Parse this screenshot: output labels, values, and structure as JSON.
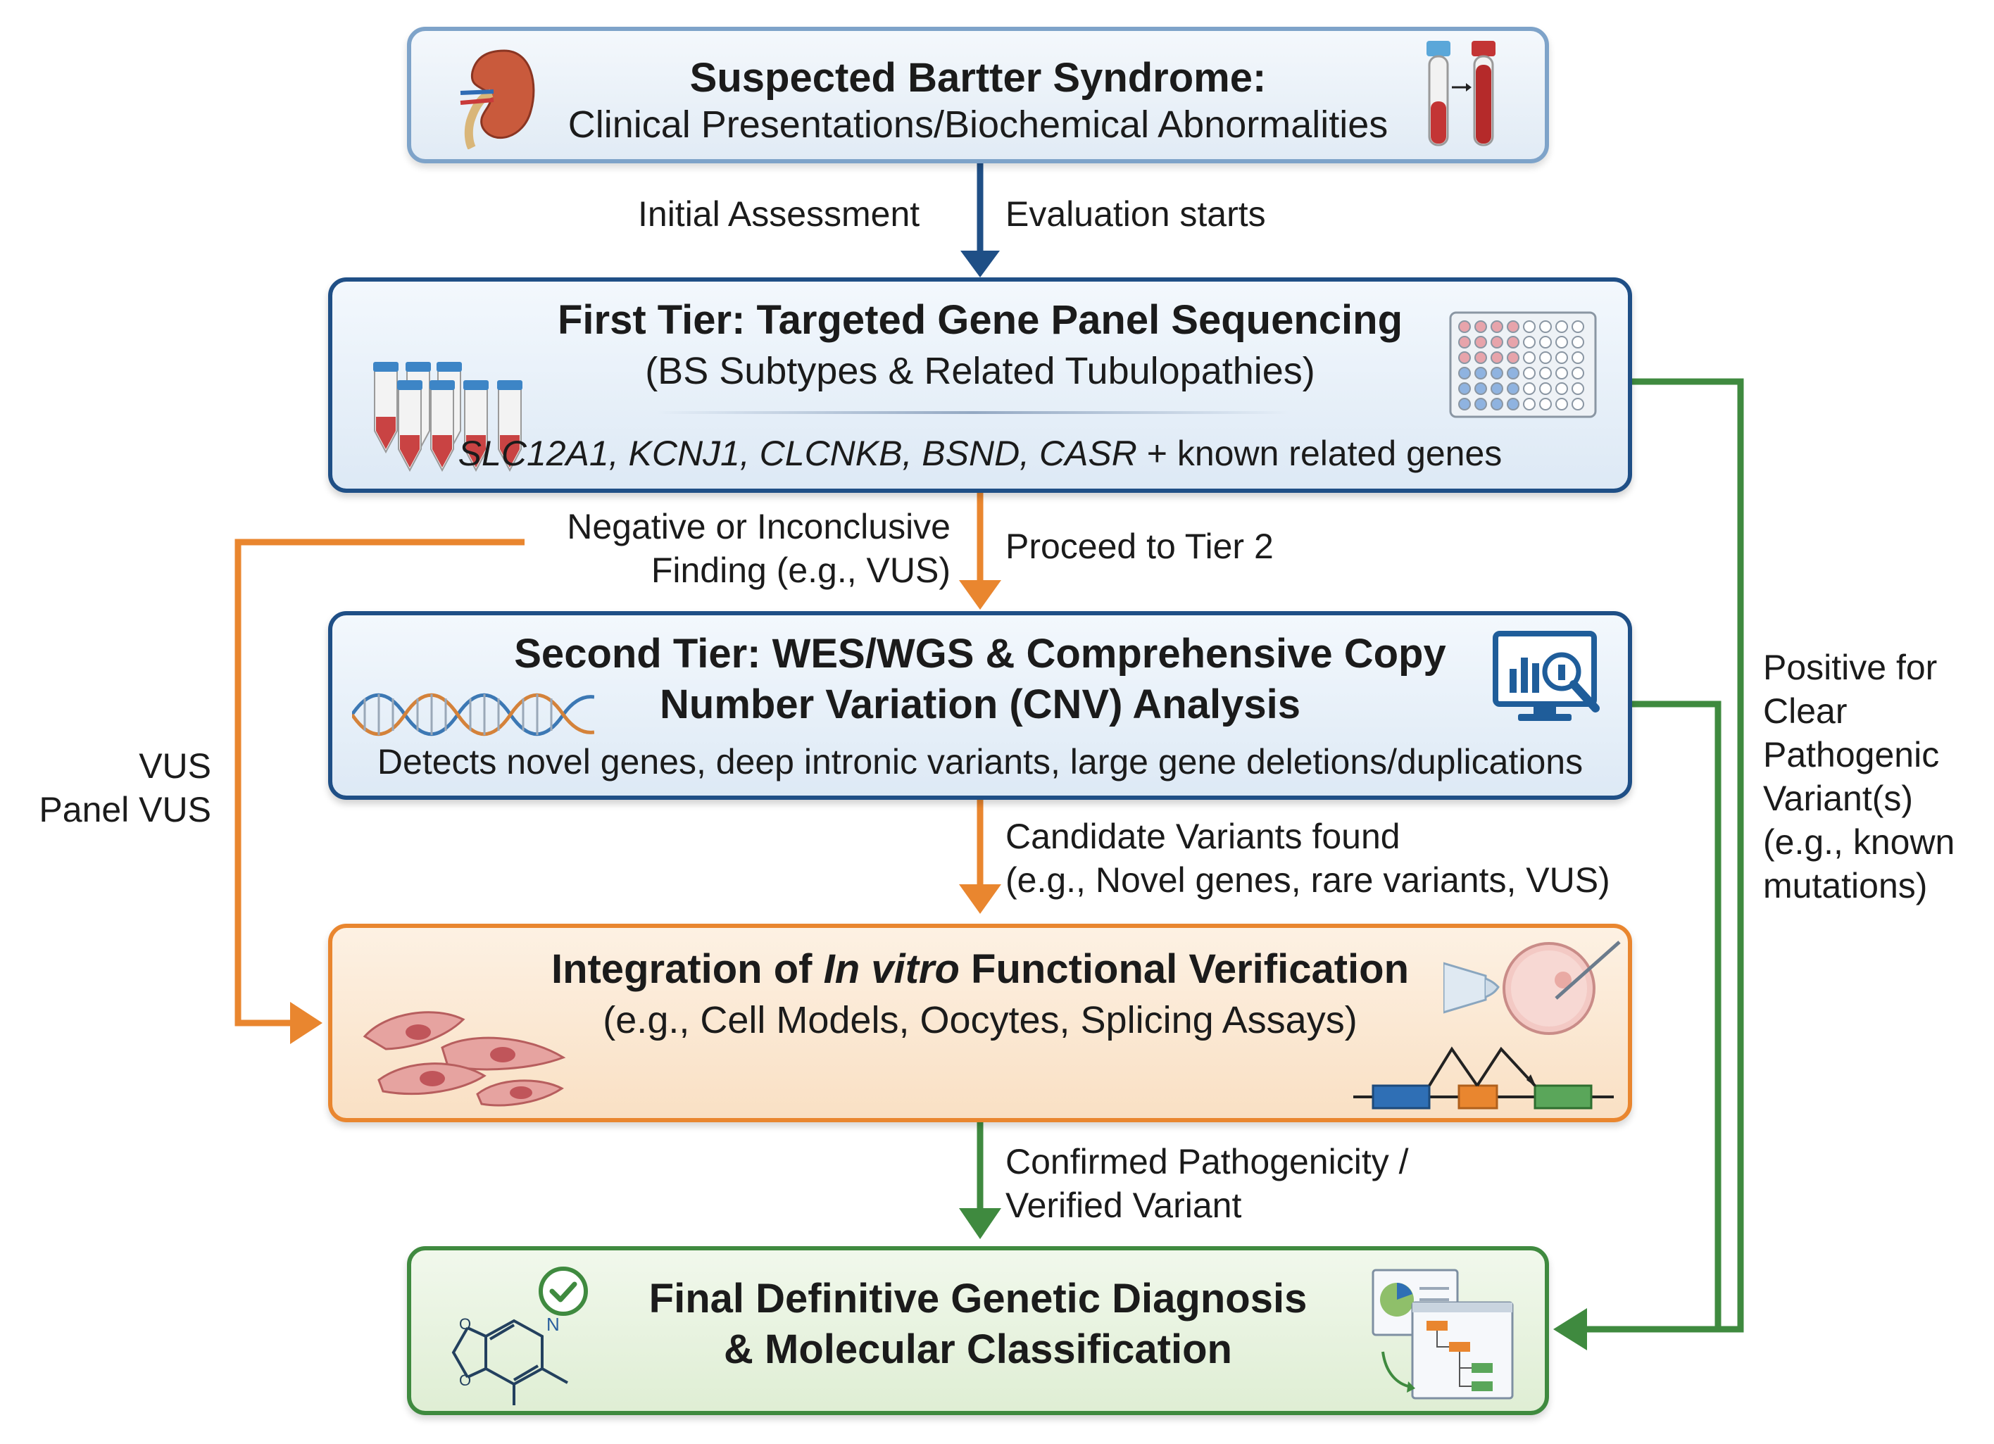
{
  "colors": {
    "blue_arrow": "#1f4f86",
    "orange_arrow": "#e9862f",
    "green_arrow": "#3f8a3f",
    "blue_border": "#1f4f86",
    "orange_border": "#e9862f",
    "green_border": "#3f8a3f"
  },
  "start": {
    "title": "Suspected Bartter Syndrome:",
    "subtitle": "Clinical Presentations/Biochemical Abnormalities",
    "icons": [
      "kidney-icon",
      "blood-tubes-icon"
    ]
  },
  "arrow_start_tier1": {
    "left_label": "Initial Assessment",
    "right_label": "Evaluation starts"
  },
  "tier1": {
    "title": "First Tier: Targeted Gene Panel Sequencing",
    "subtitle": "(BS Subtypes & Related Tubulopathies)",
    "genes_italic": "SLC12A1, KCNJ1, CLCNKB, BSND, CASR",
    "genes_suffix": " + known related genes",
    "icons": [
      "sample-tubes-icon",
      "well-plate-icon"
    ]
  },
  "arrow_tier1_tier2": {
    "left_label_line1": "Negative or Inconclusive",
    "left_label_line2": "Finding (e.g., VUS)",
    "right_label": "Proceed to Tier 2"
  },
  "tier2": {
    "title_line1": "Second Tier: WES/WGS & Comprehensive Copy",
    "title_line2": "Number Variation (CNV) Analysis",
    "description": "Detects novel genes, deep intronic variants, large gene deletions/duplications",
    "icons": [
      "dna-helix-icon",
      "data-analysis-monitor-icon"
    ]
  },
  "arrow_tier2_integration": {
    "label_line1": "Candidate Variants found",
    "label_line2": "(e.g., Novel genes, rare variants, VUS)"
  },
  "left_bypass": {
    "label_line1": "VUS",
    "label_line2": "Panel VUS"
  },
  "integration": {
    "title_prefix": "Integration of ",
    "title_italic": "In vitro",
    "title_suffix": " Functional Verification",
    "subtitle": "(e.g., Cell Models, Oocytes, Splicing Assays)",
    "icons": [
      "cells-icon",
      "oocyte-injection-icon",
      "splicing-diagram-icon"
    ]
  },
  "arrow_integration_final": {
    "label_line1": "Confirmed Pathogenicity /",
    "label_line2": "Verified Variant"
  },
  "right_bypass": {
    "label_lines": [
      "Positive for",
      "Clear",
      "Pathogenic",
      "Variant(s)",
      "(e.g., known",
      "mutations)"
    ]
  },
  "final": {
    "title_line1": "Final Definitive Genetic Diagnosis",
    "title_line2": "& Molecular Classification",
    "icons": [
      "check-circle-icon",
      "molecule-structure-icon",
      "report-flowchart-icon"
    ]
  }
}
